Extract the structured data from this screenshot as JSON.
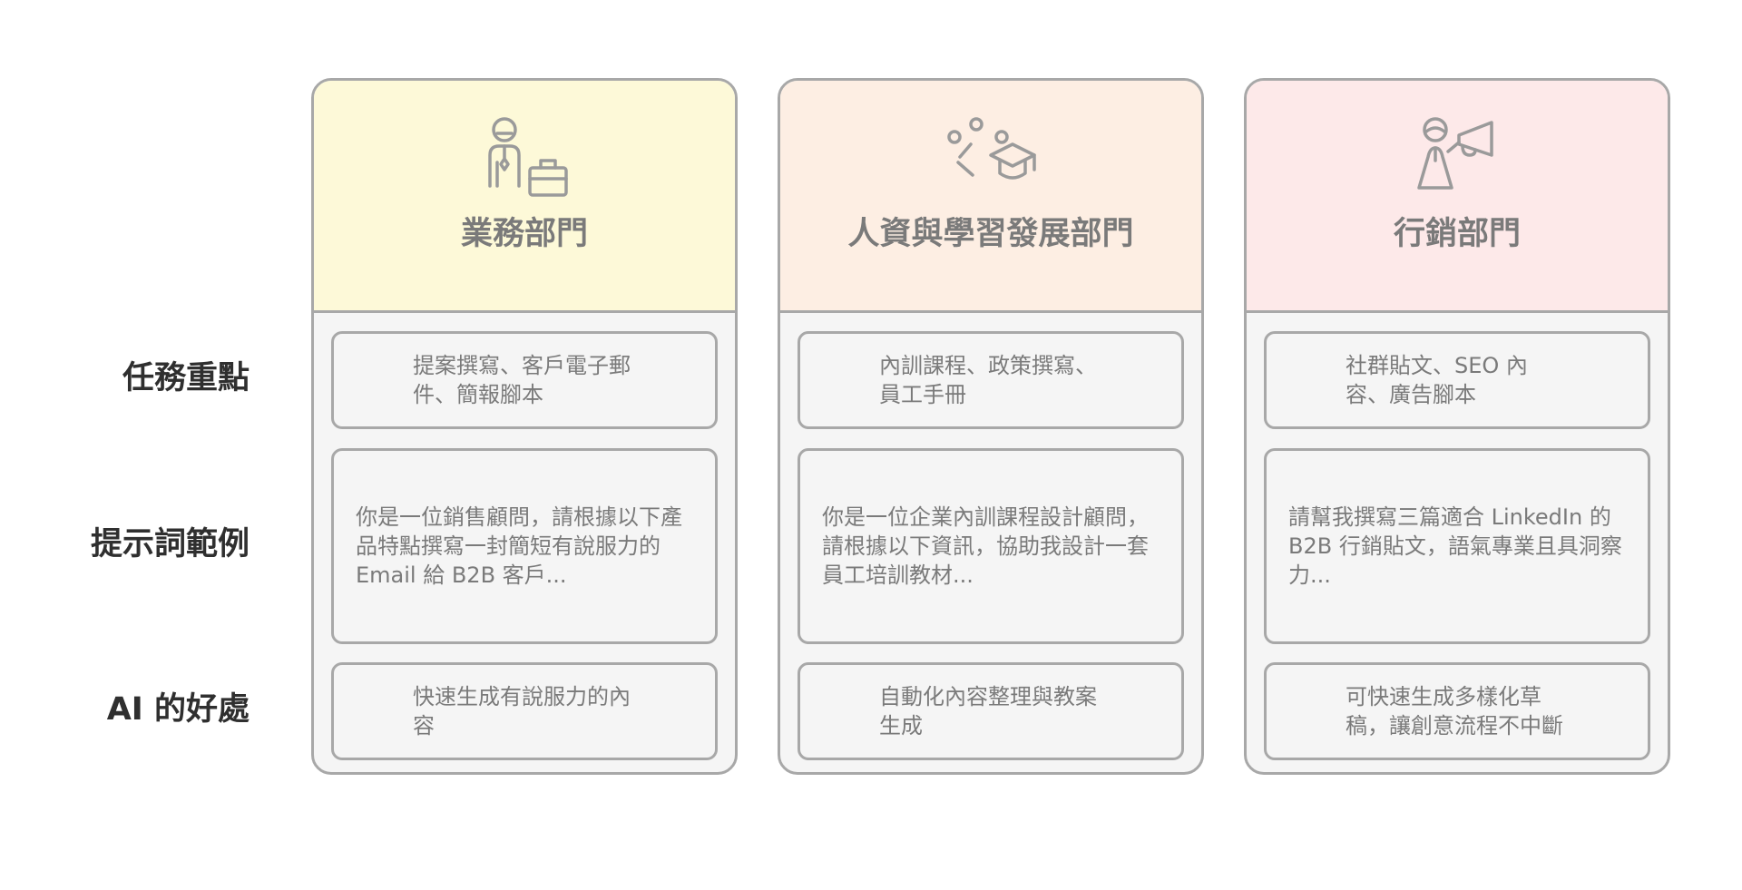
{
  "row_labels": {
    "focus": "任務重點",
    "prompt": "提示詞範例",
    "benefit": "AI 的好處"
  },
  "columns": [
    {
      "title": "業務部門",
      "icon": "salesperson-briefcase-icon",
      "header_color": "#fdf9d8",
      "focus": "提案撰寫、客戶電子郵件、簡報腳本",
      "prompt": "你是一位銷售顧問，請根據以下產品特點撰寫一封簡短有說服力的 Email 給 B2B 客戶...",
      "benefit": "快速生成有說服力的內容"
    },
    {
      "title": "人資與學習發展部門",
      "icon": "learning-graduation-cap-icon",
      "header_color": "#fdeee3",
      "focus": "內訓課程、政策撰寫、員工手冊",
      "prompt": "你是一位企業內訓課程設計顧問，請根據以下資訊，協助我設計一套員工培訓教材...",
      "benefit": "自動化內容整理與教案生成"
    },
    {
      "title": "行銷部門",
      "icon": "marketer-megaphone-icon",
      "header_color": "#fde9e9",
      "focus": "社群貼文、SEO 內容、廣告腳本",
      "prompt": "請幫我撰寫三篇適合 LinkedIn 的 B2B 行銷貼文，語氣專業且具洞察力...",
      "benefit": "可快速生成多樣化草稿，讓創意流程不中斷"
    }
  ]
}
